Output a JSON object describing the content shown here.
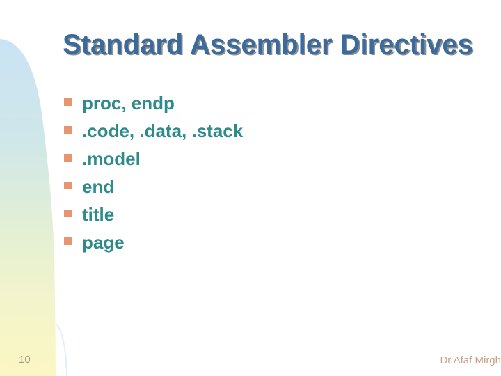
{
  "slide": {
    "title": "Standard Assembler Directives",
    "bullets": [
      "proc, endp",
      ".code, .data, .stack",
      ".model",
      "end",
      "title",
      "page"
    ],
    "page_number": "10",
    "footer_author": "Dr.Afaf Mirgh",
    "colors": {
      "title_text": "#3a6b9c",
      "title_shadow": "#8e8e8e",
      "bullet_text": "#2e8b8b",
      "bullet_marker": "#e89470",
      "page_number_text": "#a39a7e",
      "footer_text": "#c9a183",
      "band_gradient_top": "#c9e3f4",
      "band_gradient_middle": "#e2efd5",
      "band_gradient_bottom": "#fbf7c3",
      "background": "#ffffff"
    }
  }
}
